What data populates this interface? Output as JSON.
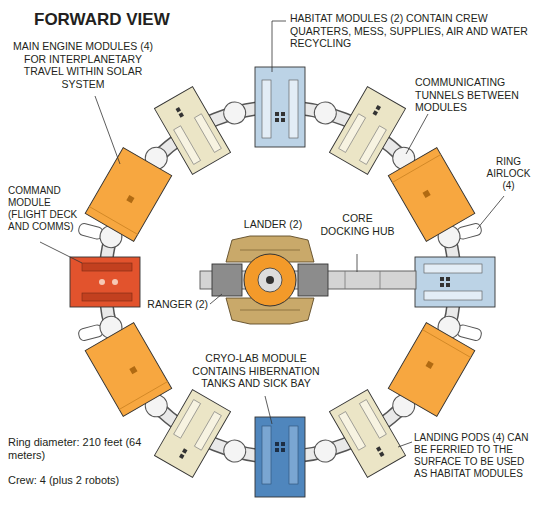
{
  "diagram": {
    "title": "FORWARD VIEW",
    "labels": [
      "MAIN ENGINE MODULES (4) FOR INTERPLANETARY TRAVEL WITHIN SOLAR SYSTEM",
      "HABITAT MODULES (2) CONTAIN CREW QUARTERS, MESS, SUPPLIES, AIR AND WATER RECYCLING",
      "COMMUNICATING TUNNELS BETWEEN MODULES",
      "COMMAND MODULE (FLIGHT DECK AND COMMS)",
      "LANDER (2)",
      "CORE DOCKING HUB",
      "RING AIRLOCK (4)",
      "RANGER (2)",
      "CRYO-LAB MODULE CONTAINS HIBERNATION TANKS AND SICK BAY",
      "Ring diameter: 210 feet (64 meters)",
      "Crew: 4 (plus 2 robots)",
      "LANDING PODS (4) CAN BE FERRIED TO THE SURFACE TO BE USED AS HABITAT MODULES"
    ]
  }
}
